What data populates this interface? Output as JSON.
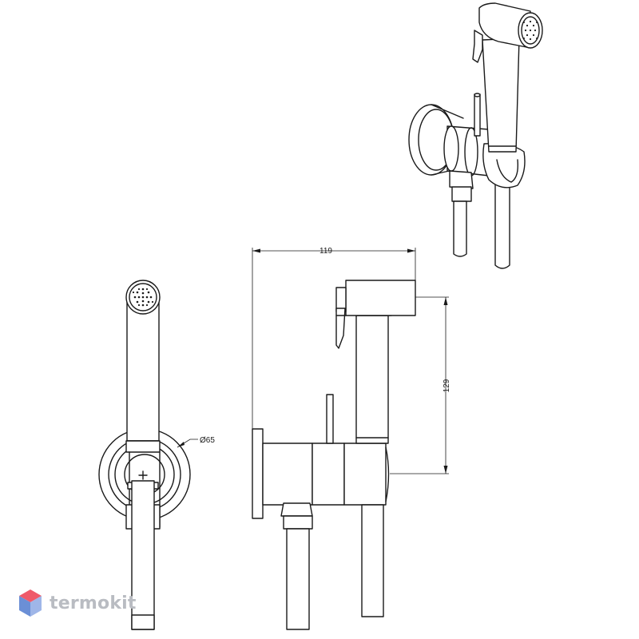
{
  "dimensions": {
    "diameter": "Ø65",
    "width": "119",
    "height": "129"
  },
  "watermark": {
    "text": "termokit",
    "colors": {
      "top": "#ef5a6a",
      "left": "#6b8fd6",
      "right": "#9fb6e8"
    }
  },
  "icons": {
    "logo": "hexagon-cube-logo-icon"
  },
  "line_color": "#1a1a1a"
}
